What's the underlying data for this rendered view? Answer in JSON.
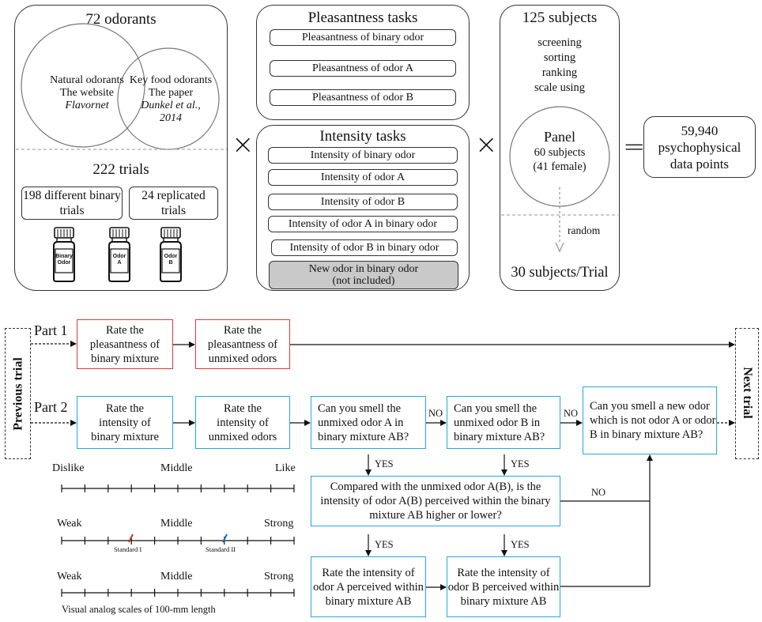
{
  "odorants": {
    "title": "72 odorants",
    "natural": [
      "Natural odorants",
      "The website",
      "Flavornet"
    ],
    "key_food": [
      "Key food odorants",
      "The paper",
      "Dunkel et al.,",
      "2014"
    ],
    "trials_title": "222 trials",
    "different": "198 different binary trials",
    "replicated": "24 replicated trials",
    "bottles": [
      {
        "lines": [
          "Binary",
          "Odor"
        ]
      },
      {
        "lines": [
          "Odor",
          "A"
        ]
      },
      {
        "lines": [
          "Odor",
          "B"
        ]
      }
    ]
  },
  "operators": {
    "times": "×",
    "equals": "="
  },
  "pleasantness": {
    "title": "Pleasantness tasks",
    "items": [
      "Pleasantness of binary odor",
      "Pleasantness of odor A",
      "Pleasantness of odor B"
    ]
  },
  "intensity": {
    "title": "Intensity tasks",
    "items": [
      "Intensity of binary odor",
      "Intensity of odor A",
      "Intensity of odor B",
      "Intensity of odor A in binary odor",
      "Intensity of odor B in binary odor"
    ],
    "excluded": [
      "New odor in binary odor",
      "(not included)"
    ]
  },
  "subjects": {
    "title": "125 subjects",
    "steps": [
      "screening",
      "sorting",
      "ranking",
      "scale using"
    ],
    "panel": [
      "Panel",
      "60 subjects",
      "(41 female)"
    ],
    "random": "random",
    "per_trial": "30 subjects/Trial"
  },
  "result": [
    "59,940",
    "psychophysical",
    "data points"
  ],
  "flow": {
    "previous": "Previous trial",
    "next": "Next trial",
    "part1": "Part 1",
    "part2": "Part 2",
    "p1_rate_binary": "Rate the pleasantness of binary mixture",
    "p1_rate_unmixed": "Rate the pleasantness of unmixed odors",
    "p2_rate_binary": "Rate the intensity of binary mixture",
    "p2_rate_unmixed": "Rate the intensity of unmixed odors",
    "q_smell_a": "Can you smell the unmixed odor A in binary mixture AB?",
    "q_smell_b": "Can you smell the unmixed odor B in binary mixture AB?",
    "q_new": "Can you smell a new odor which is not odor A or odor B in binary mixture AB?",
    "q_compare": "Compared with the unmixed odor A(B), is the intensity of odor A(B) perceived within the binary mixture AB higher or lower?",
    "rate_a": "Rate the intensity of odor A perceived within binary mixture AB",
    "rate_b": "Rate the intensity of odor B perceived within binary mixture AB",
    "yes": "YES",
    "no": "NO"
  },
  "scales": {
    "s1": {
      "left": "Dislike",
      "mid": "Middle",
      "right": "Like"
    },
    "s2": {
      "left": "Weak",
      "mid": "Middle",
      "right": "Strong",
      "std1": "Standard I",
      "std2": "Standard II"
    },
    "s3": {
      "left": "Weak",
      "mid": "Middle",
      "right": "Strong"
    },
    "caption": "Visual analog scales of 100-mm length",
    "colors": {
      "std1": "#c0392b",
      "std2": "#1f6fbf"
    }
  },
  "colors": {
    "part1_border": "#e03a3a",
    "part2_border": "#27a6de",
    "excluded_fill": "#c9c9c9"
  }
}
